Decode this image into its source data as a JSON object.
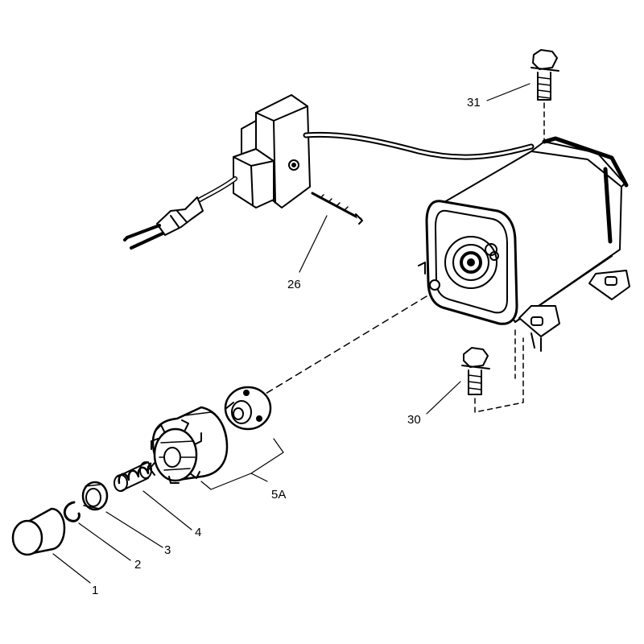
{
  "diagram": {
    "type": "exploded parts diagram",
    "colors": {
      "line": "#000000",
      "background": "#ffffff"
    },
    "callouts": {
      "p31": "31",
      "p26": "26",
      "p30": "30",
      "p5a": "5A",
      "p4": "4",
      "p3": "3",
      "p2": "2",
      "p1": "1"
    }
  }
}
